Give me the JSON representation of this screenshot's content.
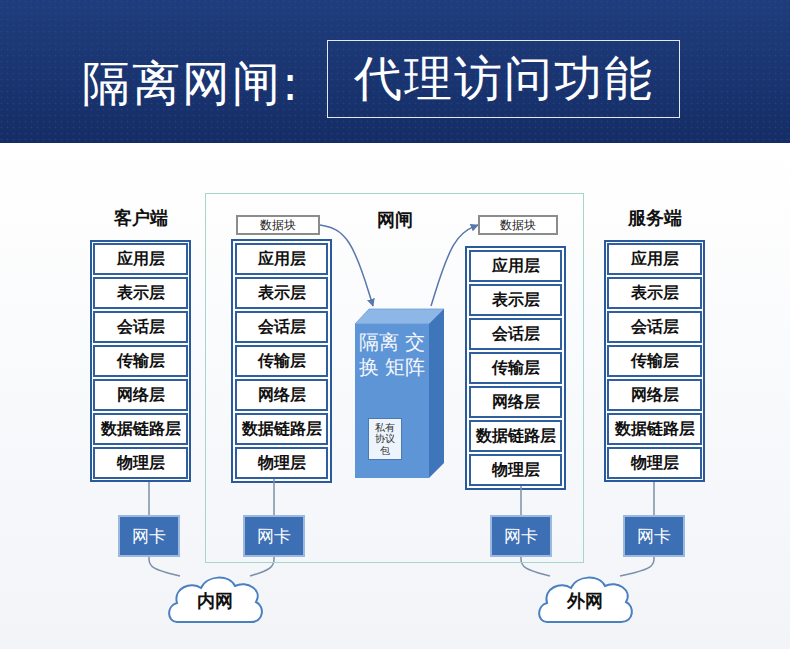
{
  "diagram": {
    "title": "隔离网闸:",
    "nodes": [
      {
        "text": [
          "代理访问功能"
        ]
      },
      {
        "text": [
          "客户端"
        ]
      },
      {
        "text": [
          "应用层"
        ],
        "in": 1
      },
      {
        "text": [
          "表示层"
        ],
        "in": 1
      },
      {
        "text": [
          "会话层"
        ],
        "in": 1
      },
      {
        "text": [
          "传输层"
        ],
        "in": 1
      },
      {
        "text": [
          "网络层"
        ],
        "in": 1
      },
      {
        "text": [
          "数据链路层"
        ],
        "in": 1
      },
      {
        "text": [
          "物理层"
        ],
        "in": 1
      },
      {
        "text": [
          "网闸"
        ]
      },
      {
        "text": [
          "数据块"
        ],
        "in": 9
      },
      {
        "text": [
          "应用层"
        ],
        "in": 9
      },
      {
        "text": [
          "表示层"
        ],
        "in": 9
      },
      {
        "text": [
          "会话层"
        ],
        "in": 9
      },
      {
        "text": [
          "传输层"
        ],
        "in": 9
      },
      {
        "text": [
          "网络层"
        ],
        "in": 9
      },
      {
        "text": [
          "数据链路层"
        ],
        "in": 9
      },
      {
        "text": [
          "物理层"
        ],
        "in": 9
      },
      {
        "text": [
          "隔离 交换 矩阵"
        ],
        "in": 9
      },
      {
        "text": [
          "私有 协议 包"
        ],
        "in": 18
      },
      {
        "text": [
          "数据块"
        ],
        "in": 9
      },
      {
        "text": [
          "应用层"
        ],
        "in": 9
      },
      {
        "text": [
          "表示层"
        ],
        "in": 9
      },
      {
        "text": [
          "会话层"
        ],
        "in": 9
      },
      {
        "text": [
          "传输层"
        ],
        "in": 9
      },
      {
        "text": [
          "网络层"
        ],
        "in": 9
      },
      {
        "text": [
          "数据链路层"
        ],
        "in": 9
      },
      {
        "text": [
          "物理层"
        ],
        "in": 9
      },
      {
        "text": [
          "网卡"
        ],
        "in": 9
      },
      {
        "text": [
          "网卡"
        ],
        "in": 9
      },
      {
        "text": [
          "服务端"
        ]
      },
      {
        "text": [
          "应用层"
        ],
        "in": 30
      },
      {
        "text": [
          "表示层"
        ],
        "in": 30
      },
      {
        "text": [
          "会话层"
        ],
        "in": 30
      },
      {
        "text": [
          "传输层"
        ],
        "in": 30
      },
      {
        "text": [
          "网络层"
        ],
        "in": 30
      },
      {
        "text": [
          "数据链路层"
        ],
        "in": 30
      },
      {
        "text": [
          "物理层"
        ],
        "in": 30
      },
      {
        "text": [
          "网卡"
        ]
      },
      {
        "text": [
          "网卡"
        ]
      },
      {
        "text": [
          "内网"
        ]
      },
      {
        "text": [
          "外网"
        ]
      }
    ],
    "edges": [
      {
        "from": 10,
        "to": 18,
        "arrow": "to"
      },
      {
        "from": 18,
        "to": 20,
        "arrow": "to"
      },
      {
        "from": 1,
        "to": 38,
        "arrow": "none"
      },
      {
        "from": 17,
        "to": 28,
        "arrow": "none"
      },
      {
        "from": 27,
        "to": 29,
        "arrow": "none"
      },
      {
        "from": 30,
        "to": 39,
        "arrow": "none"
      },
      {
        "from": 38,
        "to": 40,
        "arrow": "none"
      },
      {
        "from": 28,
        "to": 40,
        "arrow": "none"
      },
      {
        "from": 29,
        "to": 41,
        "arrow": "none"
      },
      {
        "from": 39,
        "to": 41,
        "arrow": "none"
      }
    ]
  }
}
